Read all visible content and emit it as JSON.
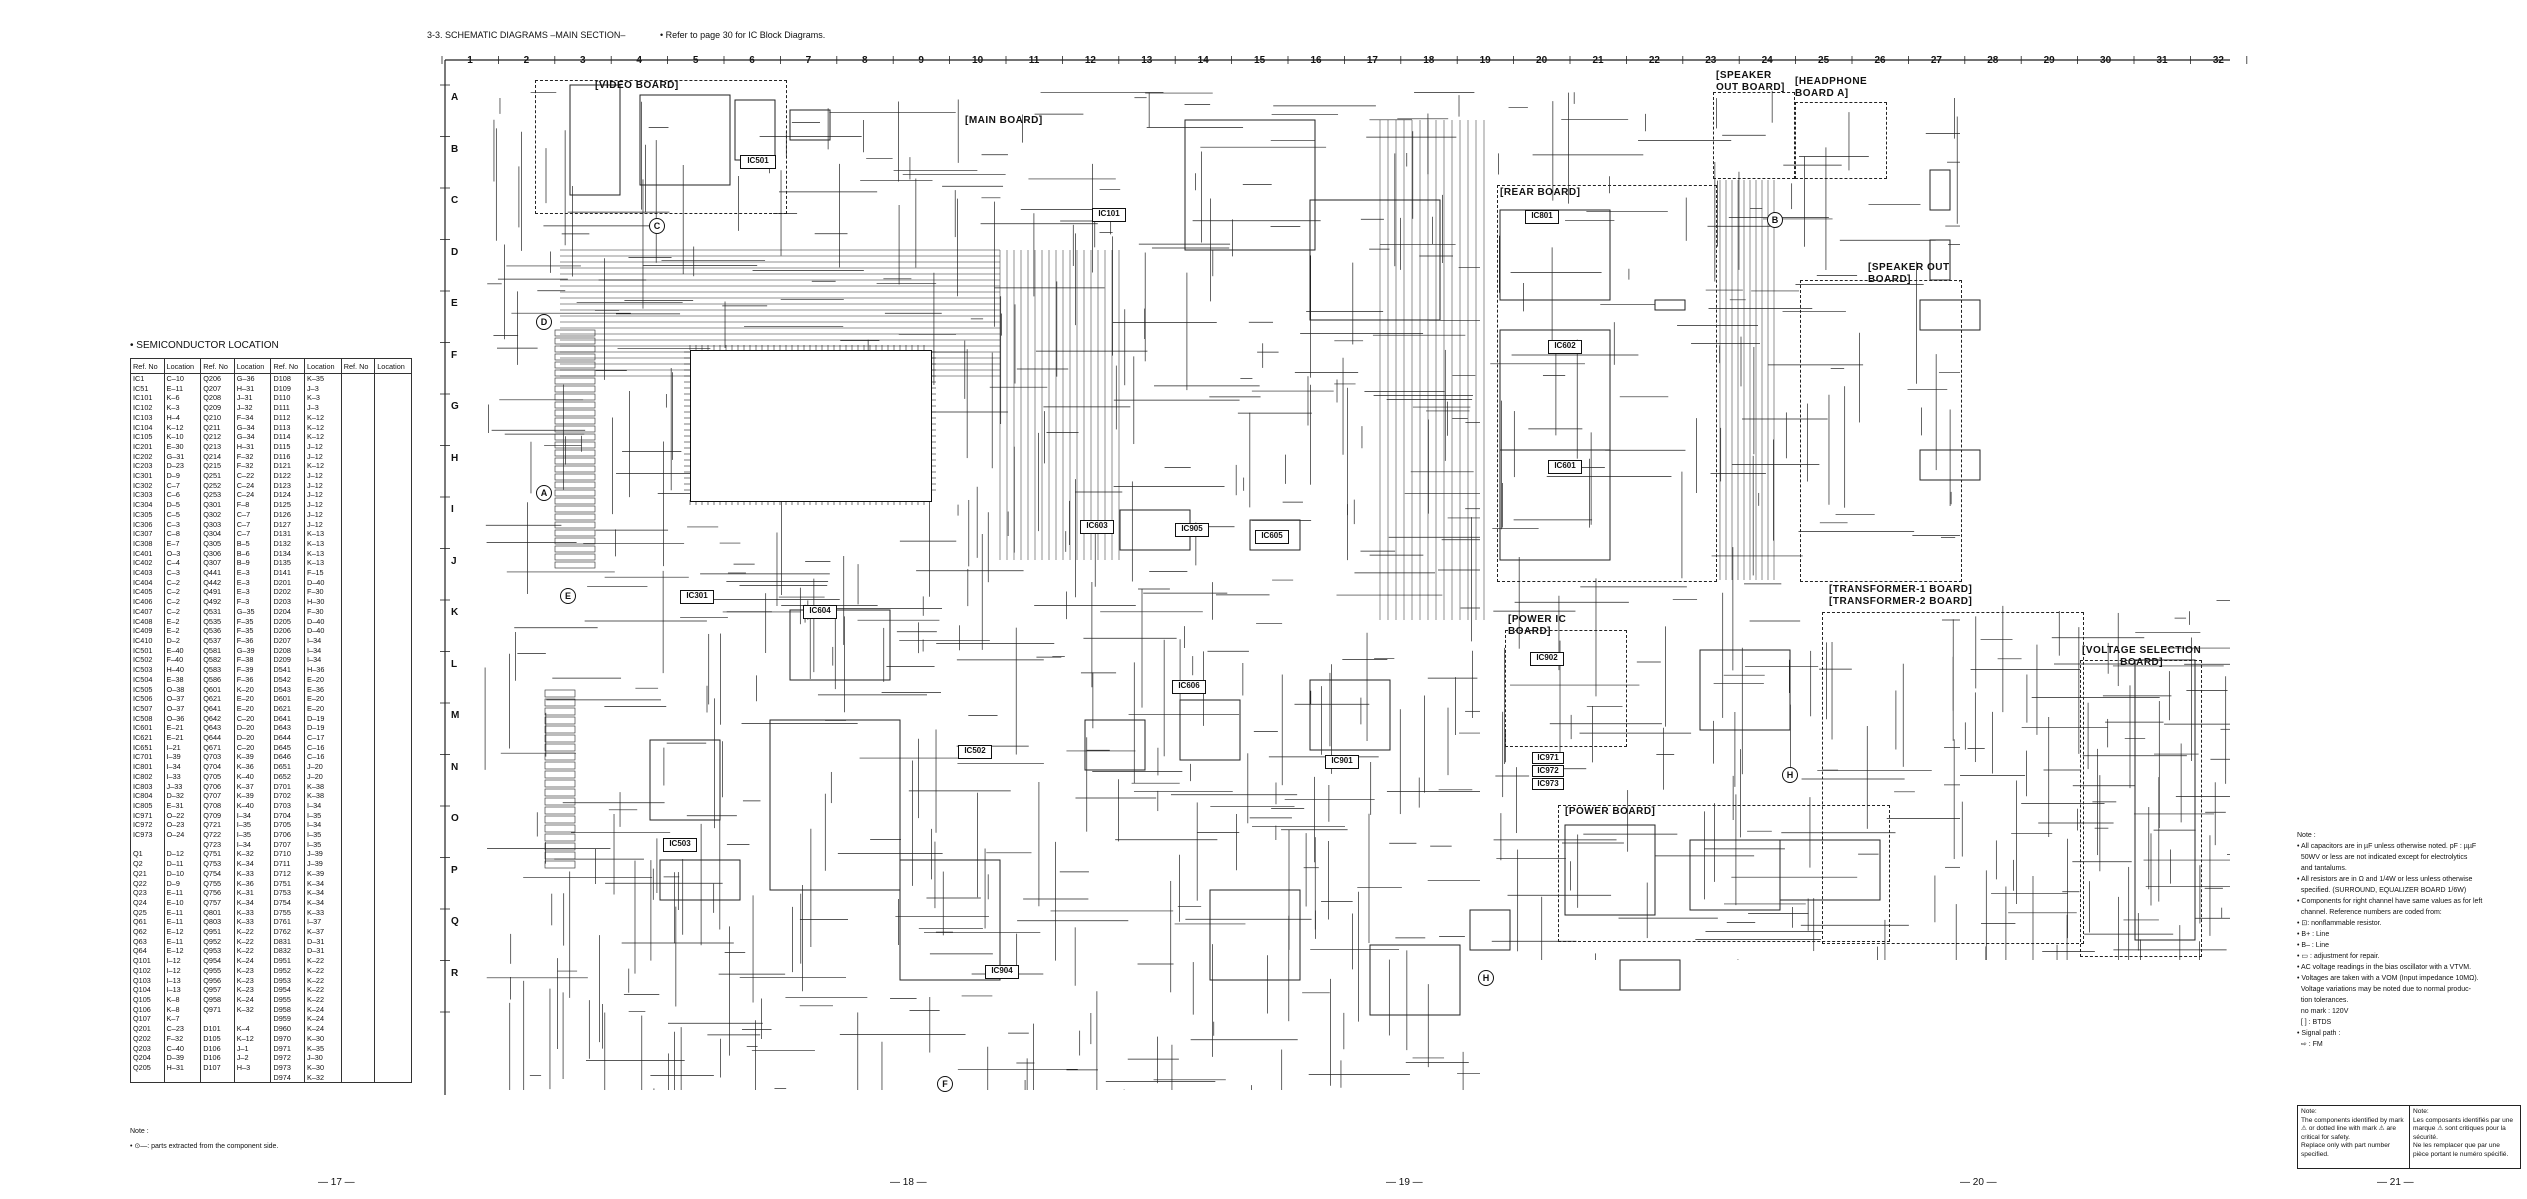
{
  "header": {
    "title": "3-3. SCHEMATIC DIAGRAMS –MAIN SECTION–",
    "note": "• Refer to page 30 for IC Block Diagrams."
  },
  "grid": {
    "columns": [
      "1",
      "2",
      "3",
      "4",
      "5",
      "6",
      "7",
      "8",
      "9",
      "10",
      "11",
      "12",
      "13",
      "14",
      "15",
      "16",
      "17",
      "18",
      "19",
      "20",
      "21",
      "22",
      "23",
      "24",
      "25",
      "26",
      "27",
      "28",
      "29",
      "30",
      "31",
      "32"
    ],
    "rows": [
      "A",
      "B",
      "C",
      "D",
      "E",
      "F",
      "G",
      "H",
      "I",
      "J",
      "K",
      "L",
      "M",
      "N",
      "O",
      "P",
      "Q",
      "R"
    ]
  },
  "boards": {
    "video": "[VIDEO BOARD]",
    "main": "[MAIN BOARD]",
    "rear": "[REAR BOARD]",
    "speaker_out_top_1": "[SPEAKER",
    "speaker_out_top_2": "OUT BOARD]",
    "headphone_1": "[HEADPHONE",
    "headphone_2": "BOARD A]",
    "speaker_out_1": "[SPEAKER OUT",
    "speaker_out_2": "BOARD]",
    "transformer_1": "[TRANSFORMER-1 BOARD]",
    "transformer_2": "[TRANSFORMER-2 BOARD]",
    "power_ic_1": "[POWER IC",
    "power_ic_2": "BOARD]",
    "voltage_1": "[VOLTAGE SELECTION",
    "voltage_2": "BOARD]",
    "power": "[POWER BOARD]"
  },
  "ics": {
    "ic501": "IC501",
    "ic101": "IC101",
    "ic801": "IC801",
    "ic602": "IC602",
    "ic601": "IC601",
    "ic603": "IC603",
    "ic604": "IC604",
    "ic605": "IC605",
    "ic606": "IC606",
    "ic301": "IC301",
    "ic502": "IC502",
    "ic503": "IC503",
    "ic901": "IC901",
    "ic902": "IC902",
    "ic904": "IC904",
    "ic905": "IC905",
    "ic971": "IC971",
    "ic972": "IC972",
    "ic973": "IC973"
  },
  "connectors": {
    "a": "A",
    "b": "B",
    "c": "C",
    "d": "D",
    "e": "E",
    "f": "F",
    "h": "H"
  },
  "semiconductor_location": {
    "title": "• SEMICONDUCTOR LOCATION",
    "headers": [
      "Ref. No",
      "Location",
      "Ref. No",
      "Location",
      "Ref. No",
      "Location",
      "Ref. No",
      "Location"
    ],
    "col1": [
      [
        "IC1",
        "C–10"
      ],
      [
        "IC51",
        "E–11"
      ],
      [
        "IC101",
        "K–6"
      ],
      [
        "IC102",
        "K–3"
      ],
      [
        "IC103",
        "H–4"
      ],
      [
        "IC104",
        "K–12"
      ],
      [
        "IC105",
        "K–10"
      ],
      [
        "IC201",
        "E–30"
      ],
      [
        "IC202",
        "G–31"
      ],
      [
        "IC203",
        "D–23"
      ],
      [
        "IC301",
        "D–9"
      ],
      [
        "IC302",
        "C–7"
      ],
      [
        "IC303",
        "C–6"
      ],
      [
        "IC304",
        "D–5"
      ],
      [
        "IC305",
        "C–5"
      ],
      [
        "IC306",
        "C–3"
      ],
      [
        "IC307",
        "C–8"
      ],
      [
        "IC308",
        "E–7"
      ],
      [
        "IC401",
        "O–3"
      ],
      [
        "IC402",
        "C–4"
      ],
      [
        "IC403",
        "C–3"
      ],
      [
        "IC404",
        "C–2"
      ],
      [
        "IC405",
        "C–2"
      ],
      [
        "IC406",
        "C–2"
      ],
      [
        "IC407",
        "C–2"
      ],
      [
        "IC408",
        "E–2"
      ],
      [
        "IC409",
        "E–2"
      ],
      [
        "IC410",
        "D–2"
      ],
      [
        "IC501",
        "E–40"
      ],
      [
        "IC502",
        "F–40"
      ],
      [
        "IC503",
        "H–40"
      ],
      [
        "IC504",
        "E–38"
      ],
      [
        "IC505",
        "O–38"
      ],
      [
        "IC506",
        "O–37"
      ],
      [
        "IC507",
        "O–37"
      ],
      [
        "IC508",
        "O–36"
      ],
      [
        "IC601",
        "E–21"
      ],
      [
        "IC621",
        "E–21"
      ],
      [
        "IC651",
        "I–21"
      ],
      [
        "IC701",
        "I–39"
      ],
      [
        "IC801",
        "I–34"
      ],
      [
        "IC802",
        "I–33"
      ],
      [
        "IC803",
        "J–33"
      ],
      [
        "IC804",
        "D–32"
      ],
      [
        "IC805",
        "E–31"
      ],
      [
        "IC971",
        "O–22"
      ],
      [
        "IC972",
        "O–23"
      ],
      [
        "IC973",
        "O–24"
      ],
      [
        "",
        ""
      ],
      [
        "Q1",
        "D–12"
      ],
      [
        "Q2",
        "D–11"
      ],
      [
        "Q21",
        "D–10"
      ],
      [
        "Q22",
        "D–9"
      ],
      [
        "Q23",
        "E–11"
      ],
      [
        "Q24",
        "E–10"
      ],
      [
        "Q25",
        "E–11"
      ],
      [
        "Q61",
        "E–11"
      ],
      [
        "Q62",
        "E–12"
      ],
      [
        "Q63",
        "E–11"
      ],
      [
        "Q64",
        "E–12"
      ],
      [
        "Q101",
        "I–12"
      ],
      [
        "Q102",
        "I–12"
      ],
      [
        "Q103",
        "I–13"
      ],
      [
        "Q104",
        "I–13"
      ],
      [
        "Q105",
        "K–8"
      ],
      [
        "Q106",
        "K–8"
      ],
      [
        "Q107",
        "K–7"
      ],
      [
        "Q201",
        "C–23"
      ],
      [
        "Q202",
        "F–32"
      ],
      [
        "Q203",
        "C–40"
      ],
      [
        "Q204",
        "D–39"
      ],
      [
        "Q205",
        "H–31"
      ]
    ],
    "col2": [
      [
        "Q206",
        "G–36"
      ],
      [
        "Q207",
        "H–31"
      ],
      [
        "Q208",
        "J–31"
      ],
      [
        "Q209",
        "J–32"
      ],
      [
        "Q210",
        "F–34"
      ],
      [
        "Q211",
        "G–34"
      ],
      [
        "Q212",
        "G–34"
      ],
      [
        "Q213",
        "H–31"
      ],
      [
        "Q214",
        "F–32"
      ],
      [
        "Q215",
        "F–32"
      ],
      [
        "Q251",
        "C–22"
      ],
      [
        "Q252",
        "C–24"
      ],
      [
        "Q253",
        "C–24"
      ],
      [
        "Q301",
        "F–8"
      ],
      [
        "Q302",
        "C–7"
      ],
      [
        "Q303",
        "C–7"
      ],
      [
        "Q304",
        "C–7"
      ],
      [
        "Q305",
        "B–5"
      ],
      [
        "Q306",
        "B–6"
      ],
      [
        "Q307",
        "B–9"
      ],
      [
        "Q441",
        "E–3"
      ],
      [
        "Q442",
        "E–3"
      ],
      [
        "Q491",
        "E–3"
      ],
      [
        "Q492",
        "F–3"
      ],
      [
        "Q531",
        "G–35"
      ],
      [
        "Q535",
        "F–35"
      ],
      [
        "Q536",
        "F–35"
      ],
      [
        "Q537",
        "F–36"
      ],
      [
        "Q581",
        "G–39"
      ],
      [
        "Q582",
        "F–38"
      ],
      [
        "Q583",
        "F–39"
      ],
      [
        "Q586",
        "F–36"
      ],
      [
        "Q601",
        "K–20"
      ],
      [
        "Q621",
        "E–20"
      ],
      [
        "Q641",
        "E–20"
      ],
      [
        "Q642",
        "C–20"
      ],
      [
        "Q643",
        "D–20"
      ],
      [
        "Q644",
        "D–20"
      ],
      [
        "Q671",
        "C–20"
      ],
      [
        "Q703",
        "K–39"
      ],
      [
        "Q704",
        "K–36"
      ],
      [
        "Q705",
        "K–40"
      ],
      [
        "Q706",
        "K–37"
      ],
      [
        "Q707",
        "K–39"
      ],
      [
        "Q708",
        "K–40"
      ],
      [
        "Q709",
        "I–34"
      ],
      [
        "Q721",
        "I–35"
      ],
      [
        "Q722",
        "I–35"
      ],
      [
        "Q723",
        "I–34"
      ],
      [
        "Q751",
        "K–32"
      ],
      [
        "Q753",
        "K–34"
      ],
      [
        "Q754",
        "K–33"
      ],
      [
        "Q755",
        "K–36"
      ],
      [
        "Q756",
        "K–31"
      ],
      [
        "Q757",
        "K–34"
      ],
      [
        "Q801",
        "K–33"
      ],
      [
        "Q803",
        "K–33"
      ],
      [
        "Q951",
        "K–22"
      ],
      [
        "Q952",
        "K–22"
      ],
      [
        "Q953",
        "K–22"
      ],
      [
        "Q954",
        "K–24"
      ],
      [
        "Q955",
        "K–23"
      ],
      [
        "Q956",
        "K–23"
      ],
      [
        "Q957",
        "K–23"
      ],
      [
        "Q958",
        "K–24"
      ],
      [
        "Q971",
        "K–32"
      ],
      [
        "",
        ""
      ],
      [
        "D101",
        "K–4"
      ],
      [
        "D105",
        "K–12"
      ],
      [
        "D106",
        "J–1"
      ],
      [
        "D106",
        "J–2"
      ],
      [
        "D107",
        "H–3"
      ]
    ],
    "col3": [
      [
        "D108",
        "K–35"
      ],
      [
        "D109",
        "J–3"
      ],
      [
        "D110",
        "K–3"
      ],
      [
        "D111",
        "J–3"
      ],
      [
        "D112",
        "K–12"
      ],
      [
        "D113",
        "K–12"
      ],
      [
        "D114",
        "K–12"
      ],
      [
        "D115",
        "J–12"
      ],
      [
        "D116",
        "J–12"
      ],
      [
        "D121",
        "K–12"
      ],
      [
        "D122",
        "J–12"
      ],
      [
        "D123",
        "J–12"
      ],
      [
        "D124",
        "J–12"
      ],
      [
        "D125",
        "J–12"
      ],
      [
        "D126",
        "J–12"
      ],
      [
        "D127",
        "J–12"
      ],
      [
        "D131",
        "K–13"
      ],
      [
        "D132",
        "K–13"
      ],
      [
        "D134",
        "K–13"
      ],
      [
        "D135",
        "K–13"
      ],
      [
        "D141",
        "F–15"
      ],
      [
        "D201",
        "D–40"
      ],
      [
        "D202",
        "F–30"
      ],
      [
        "D203",
        "H–30"
      ],
      [
        "D204",
        "F–30"
      ],
      [
        "D205",
        "D–40"
      ],
      [
        "D206",
        "D–40"
      ],
      [
        "D207",
        "I–34"
      ],
      [
        "D208",
        "I–34"
      ],
      [
        "D209",
        "I–34"
      ],
      [
        "D541",
        "H–36"
      ],
      [
        "D542",
        "E–20"
      ],
      [
        "D543",
        "E–36"
      ],
      [
        "D601",
        "E–20"
      ],
      [
        "D621",
        "E–20"
      ],
      [
        "D641",
        "D–19"
      ],
      [
        "D643",
        "D–19"
      ],
      [
        "D644",
        "C–17"
      ],
      [
        "D645",
        "C–16"
      ],
      [
        "D646",
        "C–16"
      ],
      [
        "D651",
        "J–20"
      ],
      [
        "D652",
        "J–20"
      ],
      [
        "D701",
        "K–38"
      ],
      [
        "D702",
        "K–38"
      ],
      [
        "D703",
        "I–34"
      ],
      [
        "D704",
        "I–35"
      ],
      [
        "D705",
        "I–34"
      ],
      [
        "D706",
        "I–35"
      ],
      [
        "D707",
        "I–35"
      ],
      [
        "D710",
        "J–39"
      ],
      [
        "D711",
        "J–39"
      ],
      [
        "D712",
        "K–39"
      ],
      [
        "D751",
        "K–34"
      ],
      [
        "D753",
        "K–34"
      ],
      [
        "D754",
        "K–34"
      ],
      [
        "D755",
        "K–33"
      ],
      [
        "D761",
        "I–37"
      ],
      [
        "D762",
        "K–37"
      ],
      [
        "D831",
        "D–31"
      ],
      [
        "D832",
        "D–31"
      ],
      [
        "D951",
        "K–22"
      ],
      [
        "D952",
        "K–22"
      ],
      [
        "D953",
        "K–22"
      ],
      [
        "D954",
        "K–22"
      ],
      [
        "D955",
        "K–22"
      ],
      [
        "D958",
        "K–24"
      ],
      [
        "D959",
        "K–24"
      ],
      [
        "D960",
        "K–24"
      ],
      [
        "D970",
        "K–30"
      ],
      [
        "D971",
        "K–35"
      ],
      [
        "D972",
        "J–30"
      ],
      [
        "D973",
        "K–30"
      ],
      [
        "D974",
        "K–32"
      ]
    ]
  },
  "left_note": {
    "title": "Note :",
    "line": "• ⊙—: parts extracted from the component side."
  },
  "notes": {
    "title": "Note :",
    "lines": [
      "• All capacitors are in µF unless otherwise noted. pF : µµF",
      "  50WV or less are not indicated except for electrolytics",
      "  and tantalums.",
      "• All resistors are in Ω and 1/4W or less unless otherwise",
      "  specified. (SURROUND, EQUALIZER BOARD 1/6W)",
      "• Components for right channel have same values as for left",
      "  channel. Reference numbers are coded from:",
      "• ⊡: nonflammable resistor.",
      "• B+ : Line",
      "• B– : Line",
      "• ▭ : adjustment for repair.",
      "• AC voltage readings in the bias oscillator with a VTVM.",
      "• Voltages are taken with a VOM (Input impedance 10MΩ).",
      "  Voltage variations may be noted due to normal produc-",
      "  tion tolerances.",
      "  no mark : 120V",
      "  [ ] : BTDS",
      "• Signal path :",
      "  ⇨ : FM"
    ],
    "box_en": "Note:\nThe components identified by mark ⚠ or dotted line with mark ⚠ are critical for safety.\nReplace only with part number specified.",
    "box_fr": "Note:\nLes composants identifiés par une marque ⚠ sont critiques pour la sécurité.\nNe les remplacer que par une pièce portant le numéro spécifié."
  },
  "page_numbers": [
    "— 17 —",
    "— 18 —",
    "— 19 —",
    "— 20 —",
    "— 21 —"
  ]
}
